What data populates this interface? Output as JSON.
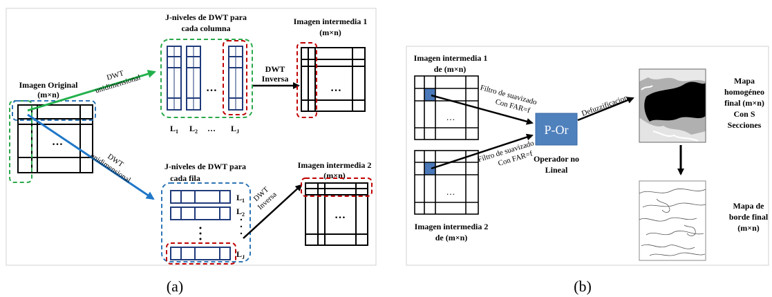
{
  "panel_a": {
    "label": "(a)",
    "original": {
      "title": "Imagen Original",
      "dims": "(m×n)",
      "dots": "…"
    },
    "dwt_top": {
      "title_line1": "J-niveles de DWT para",
      "title_line2": "cada columna",
      "dots": "…"
    },
    "dwt_bottom": {
      "title_line1": "J-niveles de DWT para",
      "title_line2": "cada fila"
    },
    "col_levels": [
      "L",
      "L",
      "…",
      "L"
    ],
    "col_level_subs": [
      "1",
      "2",
      "",
      "J"
    ],
    "row_levels": [
      "L",
      "L",
      "L"
    ],
    "row_level_subs": [
      "1",
      "2",
      "J"
    ],
    "intermediate1": {
      "title": "Imagen intermedia 1",
      "dims": "(m×n)",
      "dots": "…"
    },
    "intermediate2": {
      "title": "Imagen intermedia 2",
      "dims": "(m×n)",
      "dots": "…"
    },
    "arrow_top_label": {
      "line1": "DWT",
      "line2": "unidimensional"
    },
    "arrow_bottom_label": {
      "line1": "DWT",
      "line2": "unidimensional"
    },
    "inverse_top_label": {
      "line1": "DWT",
      "line2": "Inversa"
    },
    "inverse_bottom_label": {
      "line1": "DWT",
      "line2": "Inversa"
    }
  },
  "panel_b": {
    "label": "(b)",
    "input1": {
      "line1": "Imagen intermedia 1",
      "line2": "de (m×n)",
      "dots": "…"
    },
    "input2": {
      "line1": "Imagen intermedia 2",
      "line2": "de (m×n)",
      "dots": "…"
    },
    "filter_label": {
      "line1": "Filtro de  suavizado",
      "line2": "Con FAR=f"
    },
    "operator": {
      "label": "P-Or",
      "caption_line1": "Operador no",
      "caption_line2": "Lineal"
    },
    "defuzz_label": "Defuzzificacion",
    "map_homogeneous": {
      "line1": "Mapa",
      "line2": "homogéneo",
      "line3": "final (m×n)",
      "line4": "Con S",
      "line5": "Secciones"
    },
    "map_edge": {
      "line1": "Mapa de",
      "line2": "borde final",
      "line3": "(m×n)"
    }
  },
  "colors": {
    "green_arrow": "#22b04b",
    "blue_arrow": "#1f77c8",
    "green_dash": "#2aa84a",
    "blue_dash": "#2e75b6",
    "red_dash": "#c00000",
    "navy": "#1f3a7a",
    "operator_fill": "#4f81bd",
    "highlight_cell": "#4a78b8"
  }
}
